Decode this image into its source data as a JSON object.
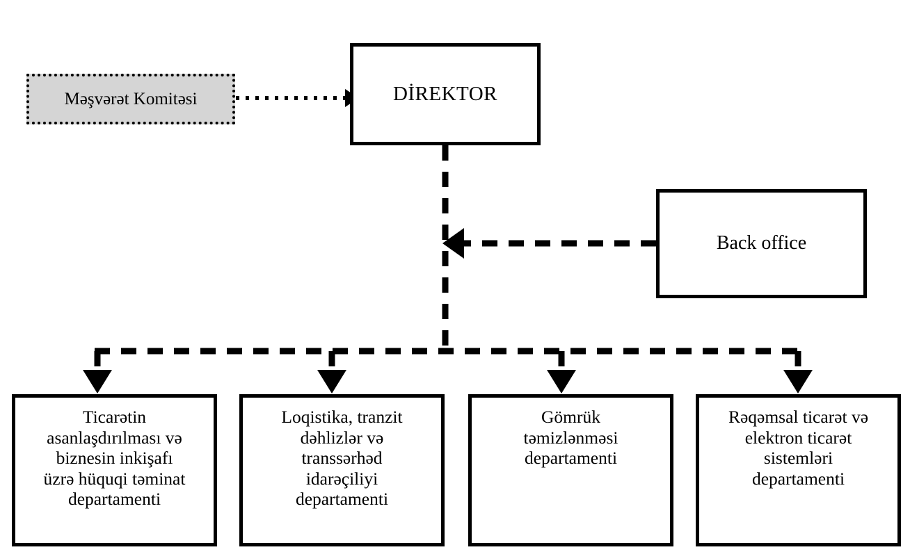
{
  "diagram": {
    "type": "organizational-chart",
    "background_color": "#ffffff",
    "line_color": "#000000",
    "nodes": {
      "advisory": {
        "label": "Məşvərət Komitəsi",
        "fill_color": "#d5d5d5",
        "border_style": "dotted"
      },
      "director": {
        "label": "DİREKTOR",
        "fill_color": "#ffffff",
        "border_style": "solid"
      },
      "back_office": {
        "label": "Back office",
        "fill_color": "#ffffff",
        "border_style": "solid"
      }
    },
    "departments": [
      {
        "label": "Ticarətin\nasanlaşdırılması və\nbiznesin inkişafı\nüzrə hüquqi təminat\ndepartamenti"
      },
      {
        "label": "Loqistika, tranzit\ndəhlizlər və\ntranssərhəd\nidarəçiliyi\ndepartamenti"
      },
      {
        "label": "Gömrük\ntəmizlənməsi\ndepartamenti"
      },
      {
        "label": "Rəqəmsal ticarət və\nelektron ticarət\nsistemləri\ndepartamenti"
      }
    ],
    "connectors": [
      {
        "name": "advisory-to-director",
        "style": "dotted",
        "arrow": "right"
      },
      {
        "name": "back-office-to-trunk",
        "style": "dashed",
        "arrow": "left"
      },
      {
        "name": "director-trunk",
        "style": "dashed",
        "arrow": "none"
      },
      {
        "name": "department-bus",
        "style": "dashed",
        "arrow": "down-each"
      }
    ]
  }
}
